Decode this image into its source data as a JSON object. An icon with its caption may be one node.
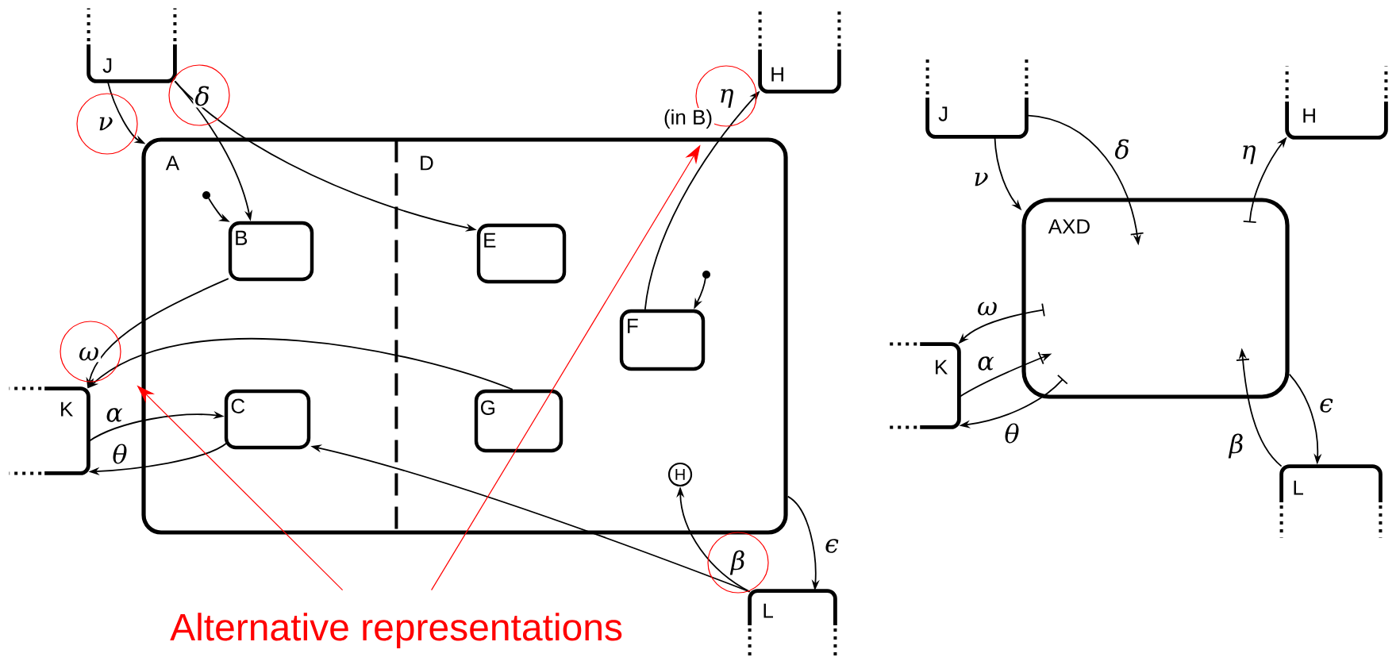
{
  "diagram": {
    "nodes": [
      {
        "text": [
          "A",
          "D"
        ]
      },
      {
        "text": [
          "B"
        ],
        "in": 0
      },
      {
        "text": [
          "C"
        ],
        "in": 0
      },
      {
        "text": [
          "E"
        ],
        "in": 0
      },
      {
        "text": [
          "F"
        ],
        "in": 0
      },
      {
        "text": [
          "G"
        ],
        "in": 0
      },
      {
        "text": [
          "H"
        ],
        "in": 0
      },
      {
        "text": [
          "J"
        ]
      },
      {
        "text": [
          "H"
        ]
      },
      {
        "text": [
          "K"
        ]
      },
      {
        "text": [
          "L"
        ]
      },
      {
        "text": [],
        "shape": "circle",
        "in": 0
      },
      {
        "text": [],
        "shape": "circle",
        "in": 0
      },
      {
        "text": [
          "AXD"
        ]
      },
      {
        "text": [
          "J"
        ]
      },
      {
        "text": [
          "H"
        ]
      },
      {
        "text": [
          "K"
        ]
      },
      {
        "text": [
          "L"
        ]
      },
      {
        "text": [
          "Alternative representations"
        ]
      }
    ],
    "edges": [
      {
        "from": 7,
        "to": 0,
        "arrow": "to",
        "label": "ν"
      },
      {
        "from": 7,
        "to": 1,
        "arrow": "to",
        "label": "δ"
      },
      {
        "from": 7,
        "to": 3,
        "arrow": "to"
      },
      {
        "from": 11,
        "to": 1,
        "arrow": "to"
      },
      {
        "from": 12,
        "to": 4,
        "arrow": "to"
      },
      {
        "from": 4,
        "to": 8,
        "arrow": "to",
        "label": "η"
      },
      {
        "from": 1,
        "to": 9,
        "arrow": "to",
        "label": "ω"
      },
      {
        "from": 5,
        "to": 9,
        "arrow": "to"
      },
      {
        "from": 9,
        "to": 2,
        "arrow": "to",
        "label": "α"
      },
      {
        "from": 2,
        "to": 9,
        "arrow": "to",
        "label": "θ"
      },
      {
        "from": 10,
        "to": 2,
        "arrow": "to",
        "label": "β"
      },
      {
        "from": 10,
        "to": 6,
        "arrow": "to"
      },
      {
        "from": 0,
        "to": 10,
        "arrow": "to",
        "label": "ϵ"
      },
      {
        "from": 14,
        "to": 13,
        "arrow": "to",
        "label": "ν"
      },
      {
        "from": 14,
        "to": 13,
        "arrow": "to",
        "label": "δ"
      },
      {
        "from": 13,
        "to": 15,
        "arrow": "to",
        "label": "η"
      },
      {
        "from": 13,
        "to": 16,
        "arrow": "to",
        "label": "ω"
      },
      {
        "from": 16,
        "to": 13,
        "arrow": "to",
        "label": "α"
      },
      {
        "from": 13,
        "to": 16,
        "arrow": "to",
        "label": "θ"
      },
      {
        "from": 17,
        "to": 13,
        "arrow": "to",
        "label": "β"
      },
      {
        "from": 13,
        "to": 17,
        "arrow": "to",
        "label": "ϵ"
      },
      {
        "from": 18,
        "to": 0,
        "arrow": "to",
        "color": "#ff0000"
      },
      {
        "from": 18,
        "to": 0,
        "arrow": "to",
        "color": "#ff0000"
      }
    ],
    "labels": [
      "(in B)"
    ]
  }
}
